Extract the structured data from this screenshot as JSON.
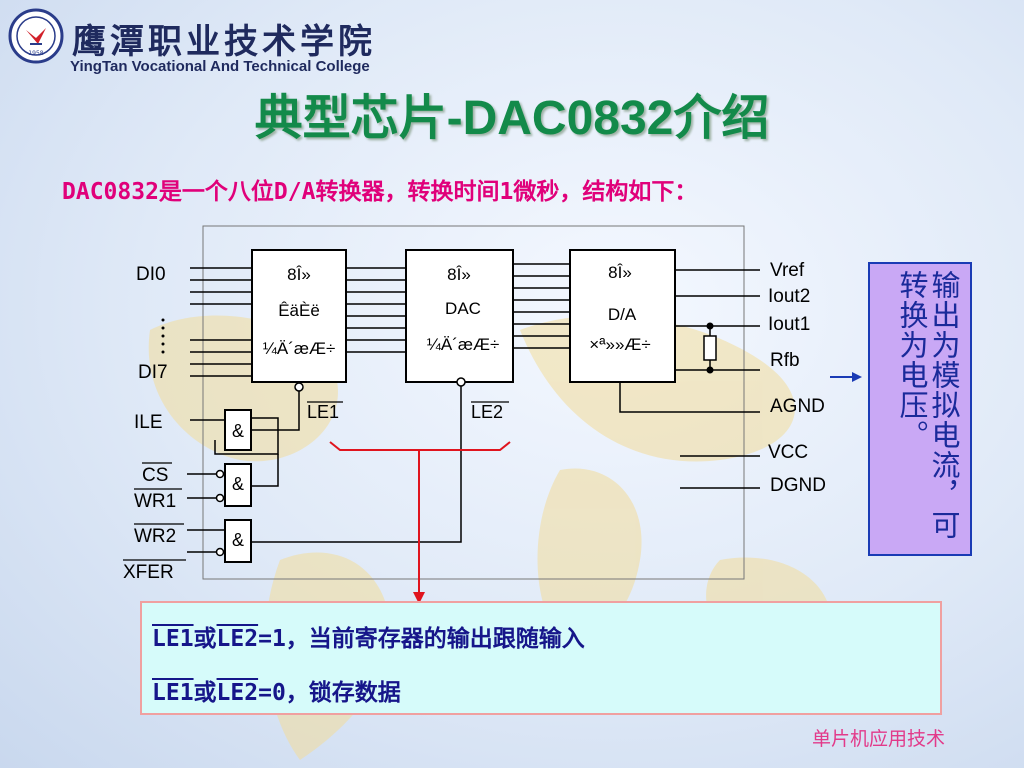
{
  "header": {
    "college_cn": "鹰潭职业技术学院",
    "college_en": "YingTan Vocational And Technical College",
    "logo_year": "1958"
  },
  "title": "典型芯片-DAC0832介绍",
  "subtitle": "DAC0832是一个八位D/A转换器，转换时间1微秒，结构如下：",
  "diagram": {
    "blocks": [
      {
        "line1": "8Î»",
        "line2": "ÊäÈë",
        "line3": "¼Ä´æÆ÷"
      },
      {
        "line1": "8Î»",
        "line2": "DAC",
        "line3": "¼Ä´æÆ÷"
      },
      {
        "line1": "8Î»",
        "line2": "D/A",
        "line3": "×ª»»Æ÷"
      }
    ],
    "inputs": {
      "di0": "DI0",
      "di7": "DI7",
      "ile": "ILE",
      "cs": "CS",
      "wr1": "WR1",
      "wr2": "WR2",
      "xfer": "XFER"
    },
    "latch_labels": {
      "le1": "LE1",
      "le2": "LE2"
    },
    "gate_symbol": "&",
    "outputs": {
      "vref": "Vref",
      "iout2": "Iout2",
      "iout1": "Iout1",
      "rfb": "Rfb",
      "agnd": "AGND",
      "vcc": "VCC",
      "dgnd": "DGND"
    }
  },
  "sidebox": {
    "text": "输出为模拟电流，可转换为电压。"
  },
  "notes": {
    "line1_a": "LE1",
    "line1_b": "或",
    "line1_c": "LE2",
    "line1_d": "=1，当前寄存器的输出跟随输入",
    "line2_a": "LE1",
    "line2_b": "或",
    "line2_c": "LE2",
    "line2_d": "=0，锁存数据"
  },
  "footer": "单片机应用技术",
  "colors": {
    "title": "#138a4a",
    "subtitle": "#e0007a",
    "note_text": "#16168a",
    "sidebox_bg": "#c9a8f5",
    "notebox_bg": "#d6fbfa",
    "signal_red": "#e0141e"
  }
}
